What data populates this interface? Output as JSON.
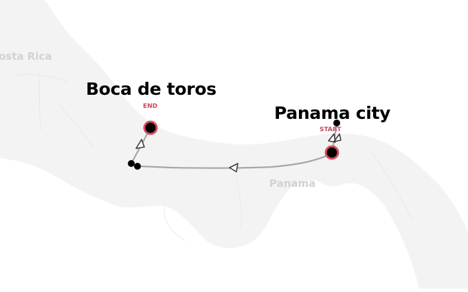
{
  "map": {
    "background": "#ffffff",
    "land_color": "#f3f3f3",
    "border_color": "#e6e6e6",
    "country_labels": [
      {
        "name": "costa-rica",
        "text": "osta Rica"
      },
      {
        "name": "panama",
        "text": "Panama"
      }
    ]
  },
  "route": {
    "line_color": "#a6a6a6",
    "arrow_color": "#3a3a3a",
    "marker_fill": "#000000",
    "marker_ring": "#d9505f",
    "tag_color": "#c84a5a",
    "start": {
      "tag": "START",
      "city": "Panama city"
    },
    "end": {
      "tag": "END",
      "city": "Boca de toros"
    }
  }
}
